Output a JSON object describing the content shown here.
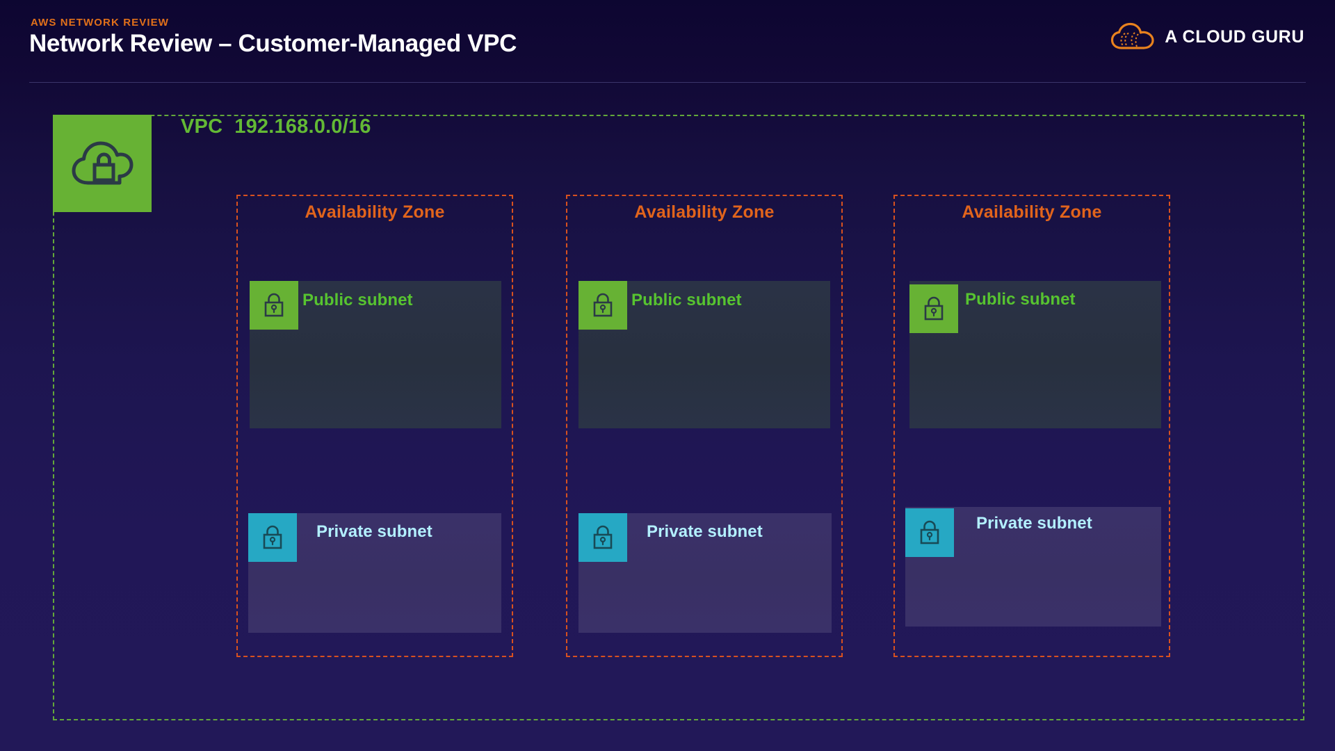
{
  "header": {
    "eyebrow": "AWS NETWORK REVIEW",
    "title": "Network Review – Customer-Managed VPC",
    "brand_name": "A CLOUD GURU",
    "brand_logo_icon": "cloud-logo-icon",
    "accent_orange": "#e1701a",
    "divider_color": "#3b356b"
  },
  "vpc": {
    "icon": "vpc-cloud-lock-icon",
    "label": "VPC",
    "cidr": "192.168.0.0/16",
    "border_color": "#63a83a",
    "icon_bg": "#67b234",
    "text_color": "#63b935"
  },
  "zones": [
    {
      "title": "Availability Zone",
      "border_color": "#d8511f",
      "title_color": "#e1641c",
      "subnets": [
        {
          "type": "public",
          "label": "Public subnet",
          "icon": "padlock-icon",
          "icon_bg": "#67b234",
          "text_color": "#57c430"
        },
        {
          "type": "private",
          "label": "Private subnet",
          "icon": "padlock-icon",
          "icon_bg": "#26a8c4",
          "text_color": "#b3f0ff"
        }
      ]
    },
    {
      "title": "Availability Zone",
      "border_color": "#d8511f",
      "title_color": "#e1641c",
      "subnets": [
        {
          "type": "public",
          "label": "Public subnet",
          "icon": "padlock-icon",
          "icon_bg": "#67b234",
          "text_color": "#57c430"
        },
        {
          "type": "private",
          "label": "Private subnet",
          "icon": "padlock-icon",
          "icon_bg": "#26a8c4",
          "text_color": "#b3f0ff"
        }
      ]
    },
    {
      "title": "Availability Zone",
      "border_color": "#d8511f",
      "title_color": "#e1641c",
      "subnets": [
        {
          "type": "public",
          "label": "Public subnet",
          "icon": "padlock-icon",
          "icon_bg": "#67b234",
          "text_color": "#57c430"
        },
        {
          "type": "private",
          "label": "Private subnet",
          "icon": "padlock-icon",
          "icon_bg": "#26a8c4",
          "text_color": "#b3f0ff"
        }
      ]
    }
  ]
}
